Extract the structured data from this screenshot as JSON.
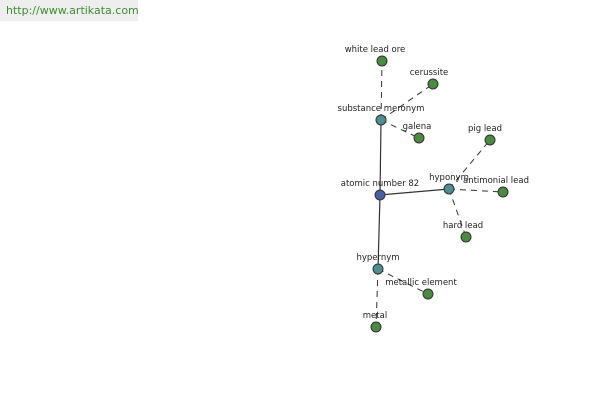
{
  "site": {
    "url": "http://www.artikata.com"
  },
  "colors": {
    "center": "#4a5ea8",
    "relation": "#4d8f91",
    "leaf": "#4a8c3f",
    "url_text": "#3d8c32"
  },
  "graph": {
    "center": {
      "id": "center",
      "label": "atomic number 82",
      "kind": "center"
    },
    "relations": [
      {
        "id": "substance",
        "label": "substance meronym",
        "kind": "relation"
      },
      {
        "id": "hyponym",
        "label": "hyponym",
        "kind": "relation"
      },
      {
        "id": "hypernym",
        "label": "hypernym",
        "kind": "relation"
      }
    ],
    "leaves": [
      {
        "id": "white-lead-ore",
        "label": "white lead ore",
        "parent": "substance"
      },
      {
        "id": "cerussite",
        "label": "cerussite",
        "parent": "substance"
      },
      {
        "id": "galena",
        "label": "galena",
        "parent": "substance"
      },
      {
        "id": "pig-lead",
        "label": "pig lead",
        "parent": "hyponym"
      },
      {
        "id": "antimonial-lead",
        "label": "antimonial lead",
        "parent": "hyponym"
      },
      {
        "id": "hard-lead",
        "label": "hard lead",
        "parent": "hyponym"
      },
      {
        "id": "metallic-element",
        "label": "metallic element",
        "parent": "hypernym"
      },
      {
        "id": "metal",
        "label": "metal",
        "parent": "hypernym"
      }
    ]
  }
}
